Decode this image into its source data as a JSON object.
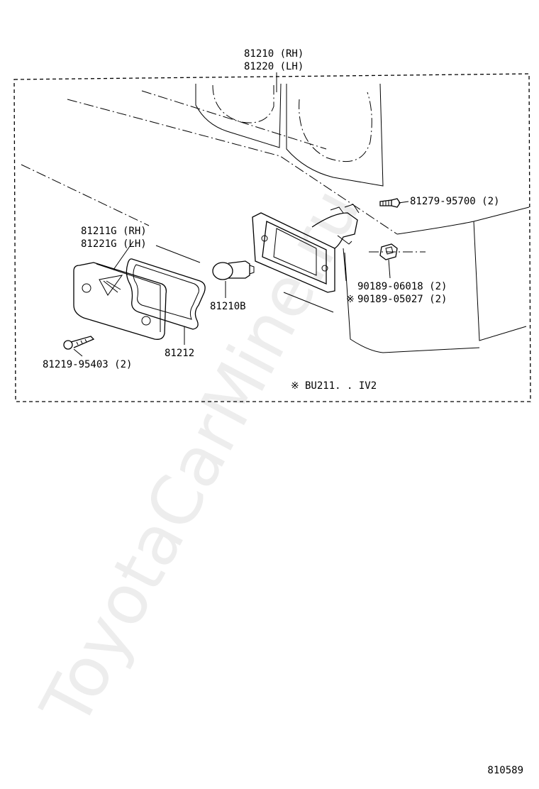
{
  "labels": {
    "lamp_assy_rh": "81210 (RH)",
    "lamp_assy_lh": "81220 (LH)",
    "lens_rh": "81211G (RH)",
    "lens_lh": "81221G (LH)",
    "bulb": "81210B",
    "gasket": "81212",
    "lens_screw": "81219-95403 (2)",
    "housing_screw": "81279-95700 (2)",
    "nut_a": "90189-06018 (2)",
    "nut_b": "90189-05027 (2)",
    "note": "BU211. . IV2"
  },
  "note_marker": "※",
  "figure_id": "810589",
  "watermark": "ToyotaCarMine.ru"
}
